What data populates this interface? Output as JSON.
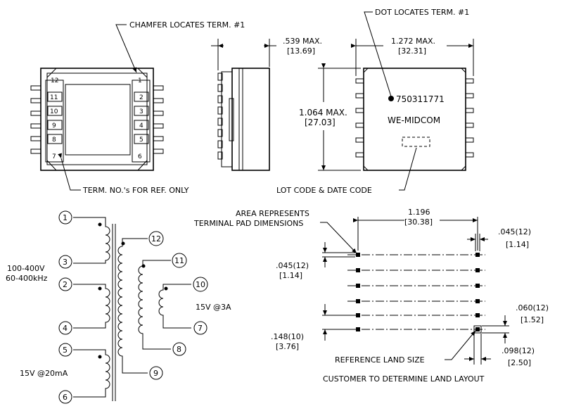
{
  "top_notes": {
    "chamfer": "CHAMFER LOCATES TERM. #1",
    "dot": "DOT LOCATES TERM. #1",
    "term_ref": "TERM. NO.'s FOR REF. ONLY",
    "lot_code": "LOT CODE & DATE CODE"
  },
  "bottom_view": {
    "left_pins": [
      "12",
      "11",
      "10",
      "9",
      "8",
      "7"
    ],
    "right_pins": [
      "1",
      "2",
      "3",
      "4",
      "5",
      "6"
    ]
  },
  "side_view": {
    "height_in": ".539 MAX.",
    "height_mm": "[13.69]"
  },
  "top_view": {
    "width_in": "1.272 MAX.",
    "width_mm": "[32.31]",
    "length_in": "1.064 MAX.",
    "length_mm": "[27.03]",
    "part_number": "750311771",
    "brand": "WE-MIDCOM"
  },
  "schematic": {
    "input_voltage": "100-400V",
    "input_freq": "60-400kHz",
    "out1": "15V @3A",
    "out2": "15V @20mA",
    "pins": [
      "1",
      "2",
      "3",
      "4",
      "5",
      "6",
      "7",
      "8",
      "9",
      "10",
      "11",
      "12"
    ]
  },
  "land_pattern": {
    "area_note_1": "AREA REPRESENTS",
    "area_note_2": "TERMINAL PAD DIMENSIONS",
    "span_in": "1.196",
    "span_mm": "[30.38]",
    "pad_in": ".045(12)",
    "pad_mm": "[1.14]",
    "pad2_in": ".045(12)",
    "pad2_mm": "[1.14]",
    "pitch_in": ".148(10)",
    "pitch_mm": "[3.76]",
    "ref_w_in": ".060(12)",
    "ref_w_mm": "[1.52]",
    "ref_l_in": ".098(12)",
    "ref_l_mm": "[2.50]",
    "ref_note": "REFERENCE LAND SIZE",
    "customer_note": "CUSTOMER TO DETERMINE LAND LAYOUT"
  }
}
